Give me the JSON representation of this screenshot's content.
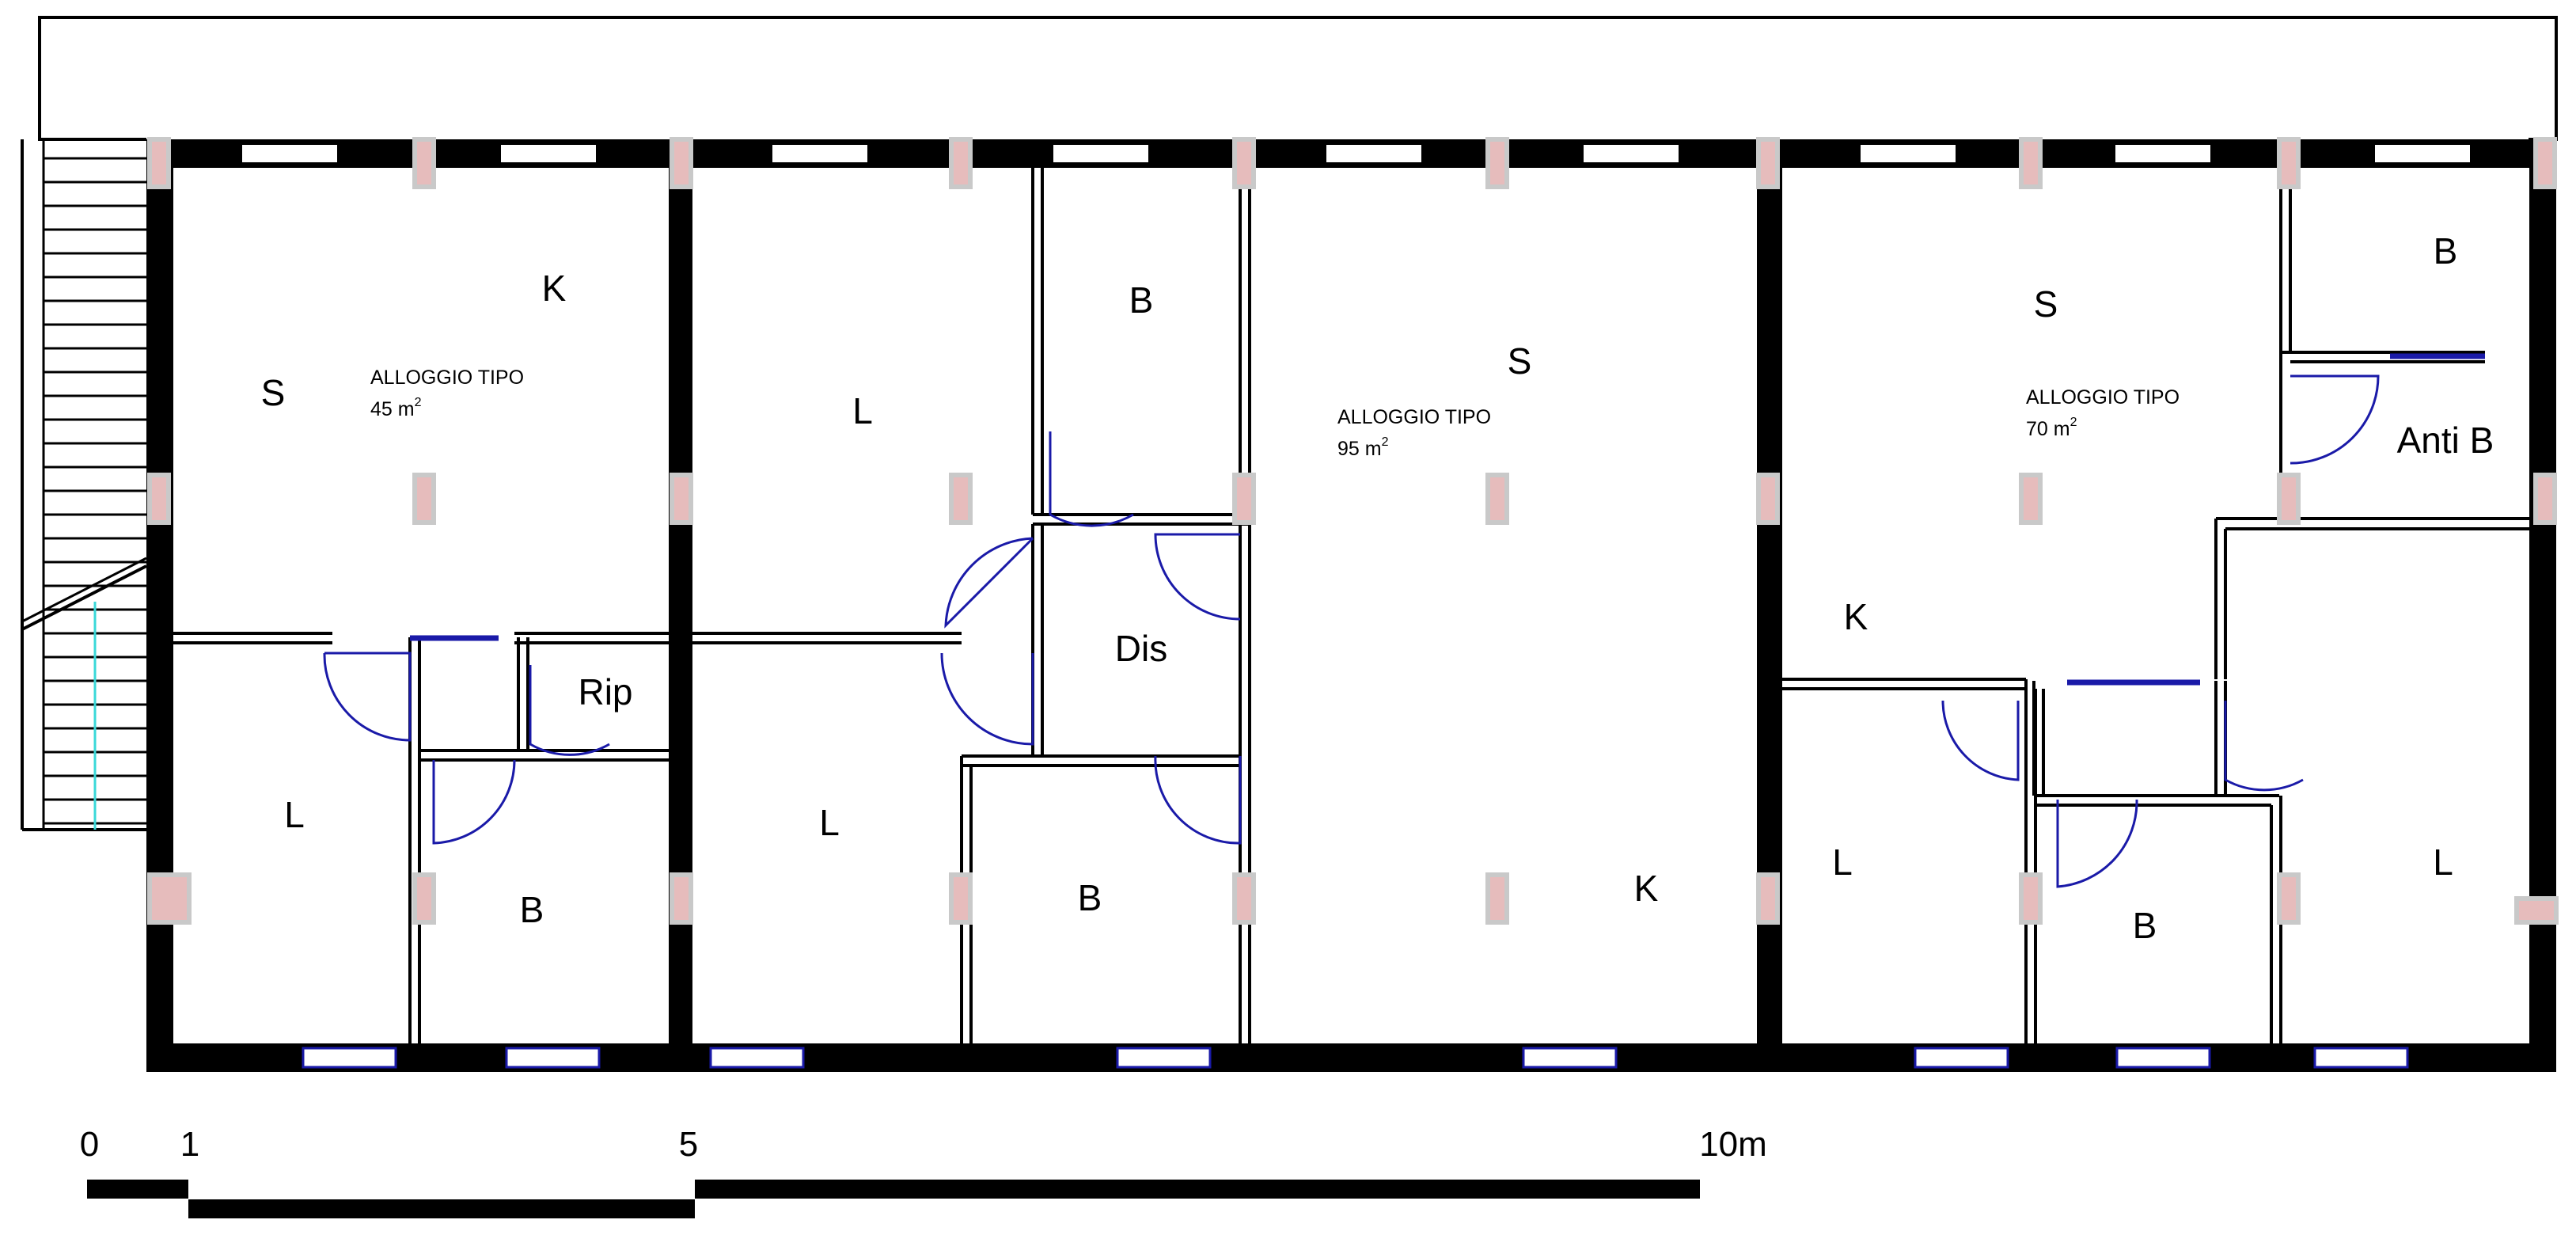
{
  "units": [
    {
      "title": "ALLOGGIO TIPO",
      "area": "45 m",
      "area_sup": "2"
    },
    {
      "title": "ALLOGGIO TIPO",
      "area": "95 m",
      "area_sup": "2"
    },
    {
      "title": "ALLOGGIO TIPO",
      "area": "70 m",
      "area_sup": "2"
    }
  ],
  "rooms": {
    "u1_k": "K",
    "u1_s": "S",
    "u1_l": "L",
    "u1_rip": "Rip",
    "u1_b": "B",
    "u2_l_top": "L",
    "u2_b_top": "B",
    "u2_dis": "Dis",
    "u2_l_bot": "L",
    "u2_b_bot": "B",
    "u2_s": "S",
    "u2_k": "K",
    "u3_s": "S",
    "u3_b_top": "B",
    "u3_antib": "Anti B",
    "u3_k": "K",
    "u3_l_left": "L",
    "u3_b_bot": "B",
    "u3_l_right": "L"
  },
  "scale_bar": {
    "t0": "0",
    "t1": "1",
    "t5": "5",
    "t10": "10m"
  },
  "colors": {
    "wall": "#000000",
    "pillar": "#e8b8b8",
    "door": "#1a1aa8",
    "stair_rail": "#3ad8d8"
  }
}
